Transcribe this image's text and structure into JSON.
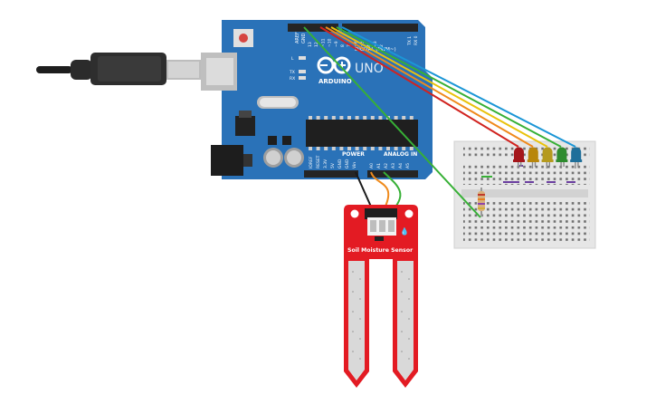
{
  "board": {
    "brand": "ARDUINO",
    "model": "UNO",
    "label_aref": "AREF",
    "label_gnd": "GND",
    "label_digital": "DIGITAL (PWM~)",
    "label_power": "POWER",
    "label_analog": "ANALOG IN",
    "label_l": "L",
    "label_tx": "TX",
    "label_rx": "RX",
    "label_tx1": "TX 1",
    "label_rx0": "RX 0",
    "digital_pins": [
      "13",
      "12",
      "~11",
      "~10",
      "~9",
      "8",
      "7",
      "~6",
      "~5",
      "4",
      "~3",
      "2"
    ],
    "power_pins": [
      "IOREF",
      "RESET",
      "3.3V",
      "5V",
      "GND",
      "GND",
      "Vin"
    ],
    "analog_pins": [
      "A0",
      "A1",
      "A2",
      "A3",
      "A4",
      "A5"
    ]
  },
  "sensor": {
    "label": "Soil Moisture Sensor"
  },
  "colors": {
    "board": "#2a72b8",
    "sensor": "#e31b23",
    "wire_red": "#d1231f",
    "wire_orange": "#ef8a1c",
    "wire_yellow": "#e9c20c",
    "wire_green": "#37b036",
    "wire_blue": "#1b96d6",
    "wire_black": "#1a1a1a"
  },
  "leds": [
    {
      "color": "red"
    },
    {
      "color": "orange"
    },
    {
      "color": "yellow"
    },
    {
      "color": "green"
    },
    {
      "color": "blue"
    }
  ]
}
